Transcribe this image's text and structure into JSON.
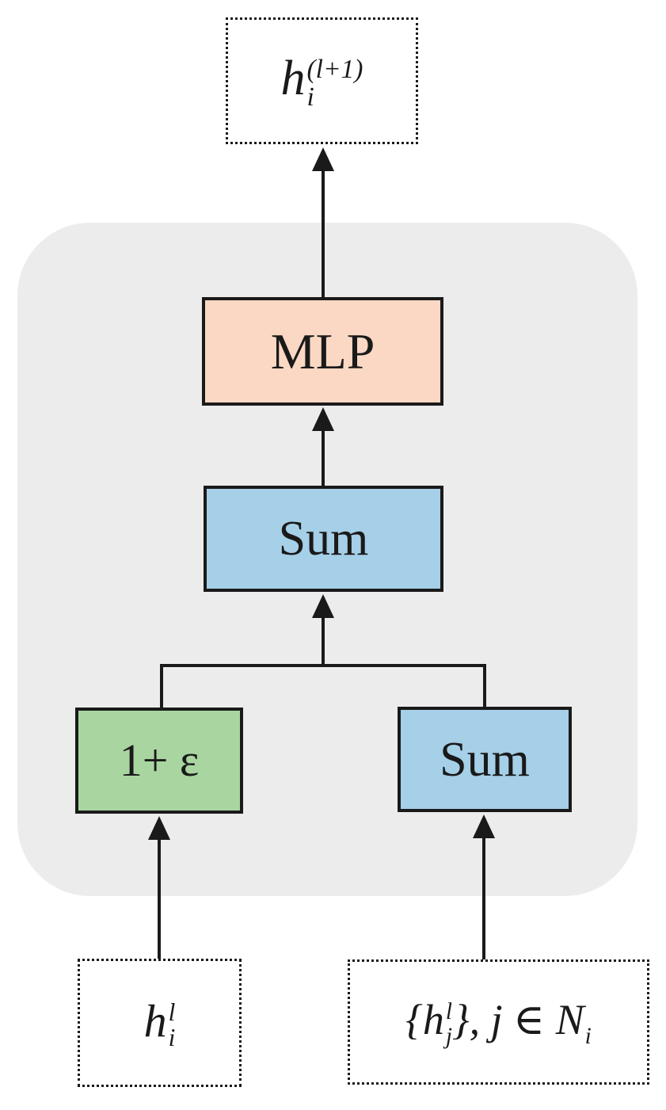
{
  "figure": {
    "background_color": "#ffffff",
    "container_fill": "#ececec",
    "line_color": "#1a1a1a"
  },
  "nodes": {
    "output": {
      "base": "h",
      "sup": "(l+1)",
      "sub": "i"
    },
    "mlp": {
      "label": "MLP",
      "fill": "#fad8c3"
    },
    "sum_aggregate": {
      "label": "Sum",
      "fill": "#a6cfe8"
    },
    "one_plus_epsilon": {
      "label": "1+ ε",
      "fill": "#a9d6a0"
    },
    "sum_neighbors": {
      "label": "Sum",
      "fill": "#a6cfe8"
    },
    "input_self": {
      "base": "h",
      "sup": "l",
      "sub": "i"
    },
    "input_neighbors": {
      "open": "{",
      "base": "h",
      "sup": "l",
      "sub": "j",
      "mid": "}, j ∈ ",
      "set_base": "N",
      "set_sub": "i"
    }
  }
}
